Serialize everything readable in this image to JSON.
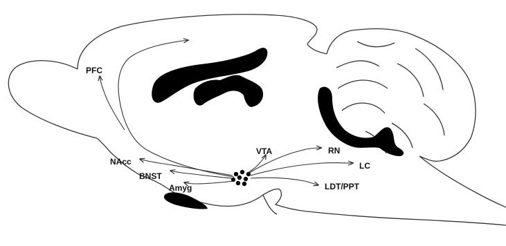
{
  "diagram": {
    "type": "rat-brain-sagittal-projection-map",
    "colors": {
      "outline": "#333333",
      "ventricle": "#000000",
      "arrow": "#333333",
      "label": "#111111"
    },
    "labels": {
      "pfc": "PFC",
      "nacc": "NAcc",
      "bnst": "BNST",
      "amyg": "Amyg",
      "vta": "VTA",
      "rn": "RN",
      "lc": "LC",
      "ldt_ppt": "LDT/PPT"
    },
    "source_nucleus": "cell-cluster",
    "projections": [
      "PFC",
      "NAcc",
      "BNST",
      "Amyg",
      "VTA",
      "RN",
      "LC",
      "LDT/PPT"
    ]
  }
}
